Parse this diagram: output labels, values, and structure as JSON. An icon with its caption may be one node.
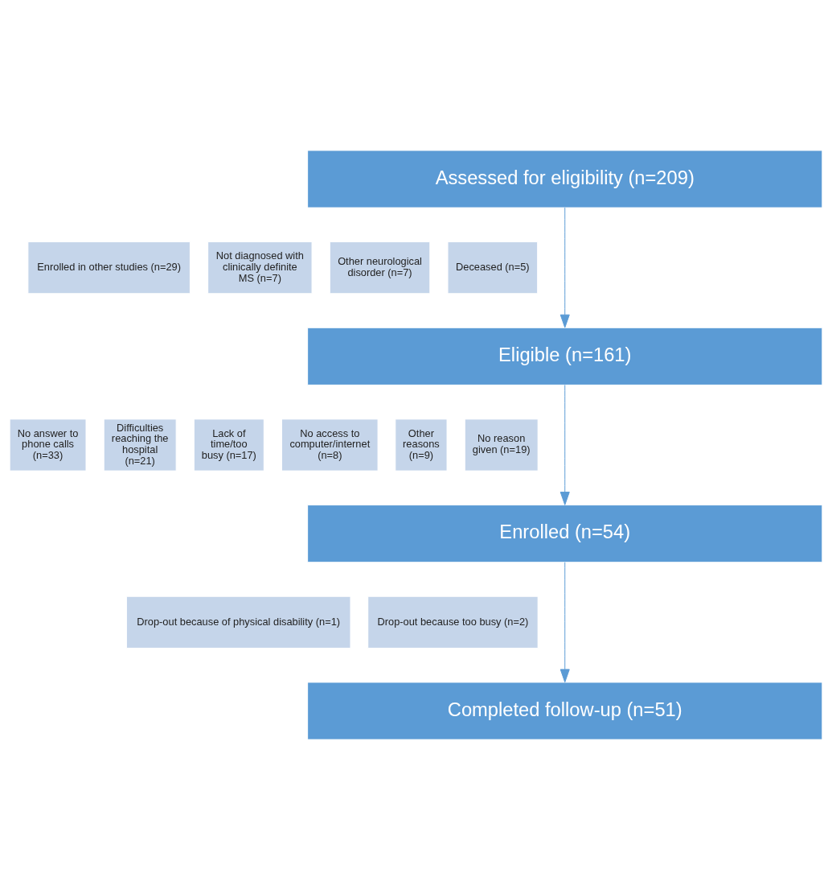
{
  "diagram": {
    "nodes": [
      {
        "text": [
          "Assessed for eligibility (n=209)"
        ]
      },
      {
        "text": [
          "Enrolled in other studies (n=29)"
        ]
      },
      {
        "text": [
          "Not diagnosed with clinically definite MS (n=7)"
        ]
      },
      {
        "text": [
          "Other neurological disorder (n=7)"
        ]
      },
      {
        "text": [
          "Deceased (n=5)"
        ]
      },
      {
        "text": [
          "Eligible (n=161)"
        ]
      },
      {
        "text": [
          "No answer to phone calls (n=33)"
        ]
      },
      {
        "text": [
          "Difficulties reaching the hospital (n=21)"
        ]
      },
      {
        "text": [
          "Lack of time/too busy (n=17)"
        ]
      },
      {
        "text": [
          "No access to computer/internet (n=8)"
        ]
      },
      {
        "text": [
          "Other reasons (n=9)"
        ]
      },
      {
        "text": [
          "No reason given (n=19)"
        ]
      },
      {
        "text": [
          "Enrolled (n=54)"
        ]
      },
      {
        "text": [
          "Drop-out because of physical disability (n=1)"
        ]
      },
      {
        "text": [
          "Drop-out because too busy (n=2)"
        ]
      },
      {
        "text": [
          "Completed follow-up (n=51)"
        ]
      }
    ],
    "edges": [
      {
        "from": 0,
        "to": 5,
        "arrow": "to"
      },
      {
        "from": 5,
        "to": 12,
        "arrow": "to"
      },
      {
        "from": 12,
        "to": 15,
        "arrow": "to"
      }
    ]
  }
}
